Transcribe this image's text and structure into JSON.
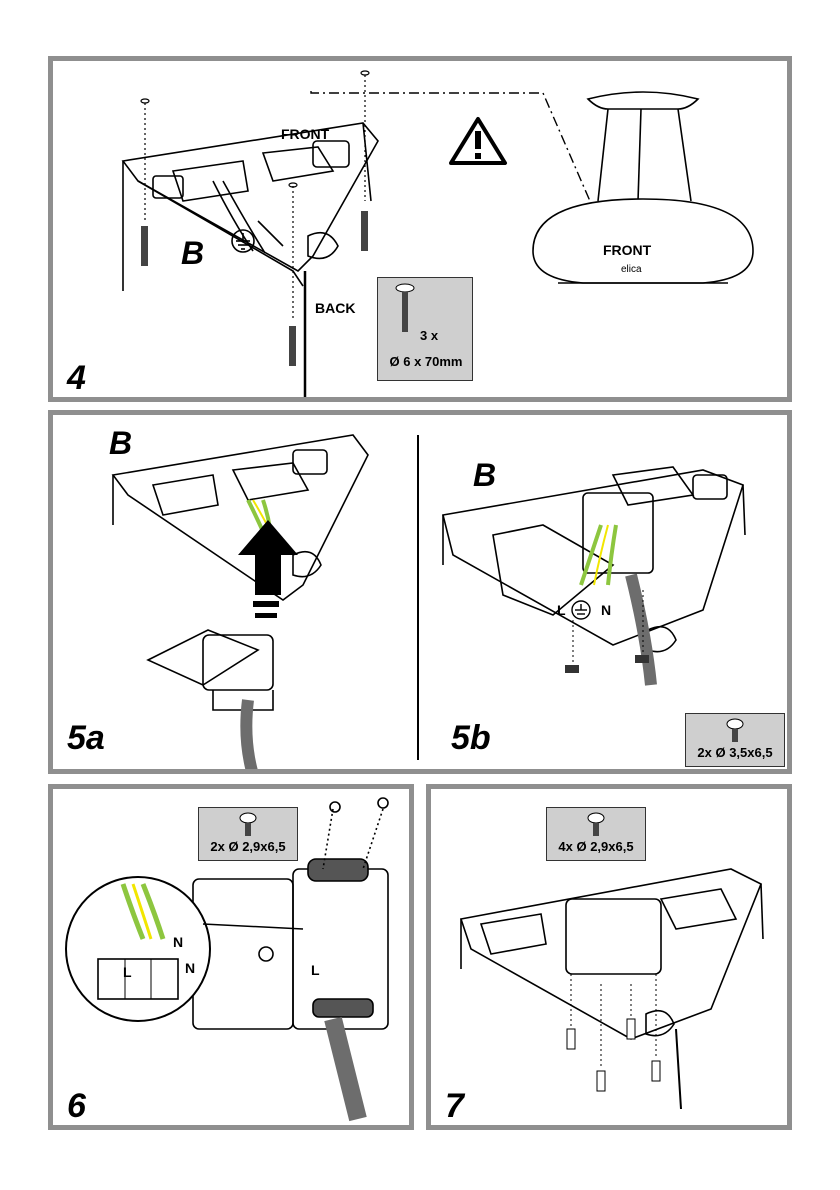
{
  "panels": {
    "p4": {
      "step": "4",
      "label_b": "B",
      "label_front": "FRONT",
      "label_back": "BACK",
      "hood_front": "FRONT",
      "hood_brand": "elica",
      "screw_qty": "3 x",
      "screw_size": "Ø 6 x 70mm"
    },
    "p5a": {
      "step": "5a",
      "label_b": "B"
    },
    "p5b": {
      "step": "5b",
      "label_b": "B",
      "terminal_l": "L",
      "terminal_n": "N",
      "screw_spec": "2x Ø 3,5x6,5"
    },
    "p6": {
      "step": "6",
      "screw_spec": "2x Ø 2,9x6,5",
      "zoom_l": "L",
      "zoom_n": "N",
      "zoom_n_top": "N",
      "box_l": "L"
    },
    "p7": {
      "step": "7",
      "screw_spec": "4x Ø 2,9x6,5"
    }
  },
  "colors": {
    "panel_border": "#8f8f8f",
    "screw_box_bg": "#cfcfcf",
    "wire_green": "#8dc63f",
    "wire_yellow": "#f2e600",
    "cable_grey": "#6d6d6d"
  }
}
